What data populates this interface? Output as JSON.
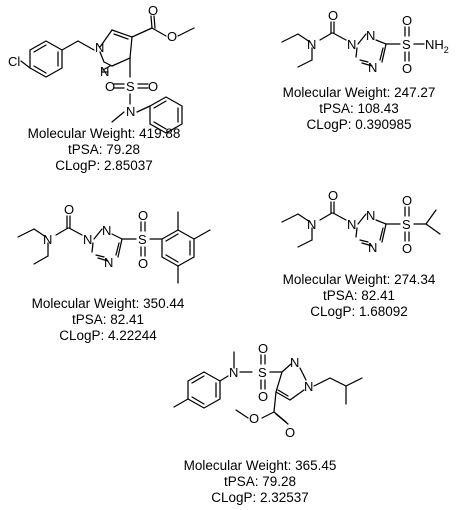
{
  "molecules": [
    {
      "atoms": {
        "cl": "Cl",
        "n1": "N",
        "n2": "N",
        "o_carb1": "O",
        "o_carb2": "O",
        "s": "S",
        "o_s1": "O",
        "o_s2": "O",
        "n_sulf": "N"
      },
      "molecular_weight": "Molecular Weight: 419.88",
      "tpsa": "tPSA: 79.28",
      "clogp": "CLogP: 2.85037"
    },
    {
      "atoms": {
        "o_urea": "O",
        "n_amide": "N",
        "n1": "N",
        "n2": "N",
        "n4": "N",
        "s": "S",
        "o_s1": "O",
        "o_s2": "O",
        "nh2": "NH",
        "nh2_sub": "2"
      },
      "molecular_weight": "Molecular Weight: 247.27",
      "tpsa": "tPSA: 108.43",
      "clogp": "CLogP: 0.390985"
    },
    {
      "atoms": {
        "o_urea": "O",
        "n_amide": "N",
        "n1": "N",
        "n2": "N",
        "n4": "N",
        "s": "S",
        "o_s1": "O",
        "o_s2": "O"
      },
      "molecular_weight": "Molecular Weight: 350.44",
      "tpsa": "tPSA: 82.41",
      "clogp": "CLogP: 4.22244"
    },
    {
      "atoms": {
        "o_urea": "O",
        "n_amide": "N",
        "n1": "N",
        "n2": "N",
        "n4": "N",
        "s": "S",
        "o_s1": "O",
        "o_s2": "O"
      },
      "molecular_weight": "Molecular Weight: 274.34",
      "tpsa": "tPSA: 82.41",
      "clogp": "CLogP: 1.68092"
    },
    {
      "atoms": {
        "n_sulf": "N",
        "s": "S",
        "o_s1": "O",
        "o_s2": "O",
        "n1": "N",
        "n2": "N",
        "o_carb1": "O",
        "o_carb2": "O"
      },
      "molecular_weight": "Molecular Weight: 365.45",
      "tpsa": "tPSA: 79.28",
      "clogp": "CLogP: 2.32537"
    }
  ]
}
